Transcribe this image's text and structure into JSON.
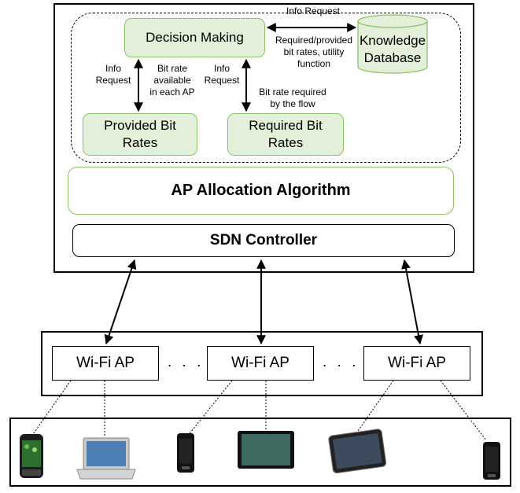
{
  "modules": {
    "decision_making": "Decision Making",
    "knowledge_database_line1": "Knowledge",
    "knowledge_database_line2": "Database",
    "provided_bit_rates_line1": "Provided Bit",
    "provided_bit_rates_line2": "Rates",
    "required_bit_rates_line1": "Required Bit",
    "required_bit_rates_line2": "Rates",
    "ap_allocation": "AP Allocation Algorithm",
    "sdn_controller": "SDN Controller"
  },
  "labels": {
    "info_request_top": "Info Request",
    "required_provided_1": "Required/provided",
    "required_provided_2": "bit rates, utility",
    "required_provided_3": "function",
    "info_request_left_1": "Info",
    "info_request_left_2": "Request",
    "bit_rate_available_1": "Bit rate",
    "bit_rate_available_2": "available",
    "bit_rate_available_3": "in each AP",
    "info_request_mid_1": "Info",
    "info_request_mid_2": "Request",
    "bit_rate_required_1": "Bit rate required",
    "bit_rate_required_2": "by the flow"
  },
  "access_points": [
    "Wi-Fi AP",
    "Wi-Fi AP",
    "Wi-Fi AP"
  ],
  "ap_separator": ". . . .",
  "devices": [
    "smartphone-icon",
    "laptop-icon",
    "smartphone-icon",
    "tablet-icon",
    "tablet-icon",
    "smartphone-icon"
  ],
  "colors": {
    "module_fill": "#e3efd8",
    "module_border": "#8cc26a",
    "screen_fill": "#3f6b63"
  }
}
